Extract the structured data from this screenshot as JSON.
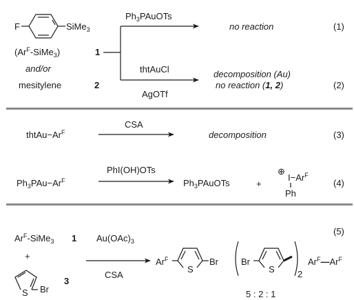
{
  "section1": {
    "reactant1": {
      "fluoro": "F",
      "silyl": "SiMe",
      "silyl_sub": "3",
      "abbrev_open": "(Ar",
      "abbrev_sup": "F",
      "abbrev_close": "-SiMe",
      "abbrev_sub": "3",
      "abbrev_end": ")",
      "number": "1"
    },
    "andor": "and/or",
    "reactant2": {
      "name": "mesitylene",
      "number": "2"
    },
    "rxn1": {
      "reagent_a": "Ph",
      "reagent_a_sub": "3",
      "reagent_b": "PAuOTs",
      "outcome": "no reaction",
      "label": "(1)"
    },
    "rxn2": {
      "reagent_top": "thtAuCl",
      "reagent_bottom": "AgOTf",
      "outcome_line1": "decomposition (Au)",
      "outcome_line2_pre": "no reaction (",
      "outcome_line2_nums": "1, 2",
      "outcome_line2_post": ")",
      "label": "(2)"
    }
  },
  "section2": {
    "rxn3": {
      "reactant_pre": "thtAu−Ar",
      "reactant_sup": "F",
      "reagent": "CSA",
      "product": "decomposition",
      "label": "(3)"
    },
    "rxn4": {
      "reactant_a": "Ph",
      "reactant_a_sub": "3",
      "reactant_b": "PAu−Ar",
      "reactant_sup": "F",
      "reagent": "PhI(OH)OTs",
      "product1_a": "Ph",
      "product1_sub": "3",
      "product1_b": "PAuOTs",
      "plus": "+",
      "charge": "⊕",
      "iodine": "I",
      "iodine_sub": "−Ar",
      "iodine_sup": "F",
      "phenyl": "Ph",
      "label": "(4)"
    }
  },
  "section3": {
    "label": "(5)",
    "reactant1": {
      "pre": "Ar",
      "sup": "F",
      "mid": "-SiMe",
      "sub": "3",
      "number": "1"
    },
    "plus": "+",
    "reactant3": {
      "S": "S",
      "Br": "Br",
      "number": "3"
    },
    "reagent_top": "Au(OAc)",
    "reagent_top_sub": "3",
    "reagent_bottom": "CSA",
    "product_a": {
      "ar": "Ar",
      "ar_sup": "F",
      "S": "S",
      "Br": "Br"
    },
    "product_b": {
      "Br": "Br",
      "S": "S",
      "subscript": "2"
    },
    "product_c": {
      "ar1": "Ar",
      "ar1_sup": "F",
      "bond": "—",
      "ar2": "Ar",
      "ar2_sup": "F"
    },
    "ratio": "5 : 2 : 1"
  }
}
